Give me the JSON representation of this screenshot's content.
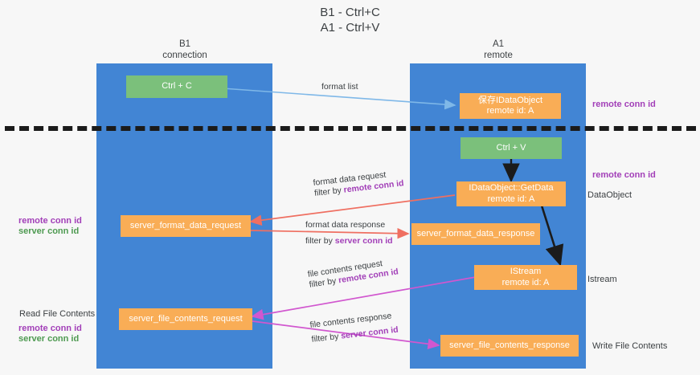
{
  "title": {
    "line1": "B1 - Ctrl+C",
    "line2": "A1 - Ctrl+V"
  },
  "columns": [
    {
      "name": "B1",
      "role": "connection"
    },
    {
      "name": "A1",
      "role": "remote"
    }
  ],
  "nodes": {
    "ctrl_c": {
      "label": "Ctrl + C"
    },
    "ctrl_v": {
      "label": "Ctrl + V"
    },
    "save_dataobject": {
      "line1": "保存IDataObject",
      "line2": "remote id: A"
    },
    "getdata": {
      "line1": "IDataObject::GetData",
      "line2": "remote id: A"
    },
    "istream": {
      "line1": "IStream",
      "line2": "remote id: A"
    },
    "server_format_data_request": {
      "label": "server_format_data_request"
    },
    "server_format_data_response": {
      "label": "server_format_data_response"
    },
    "server_file_contents_request": {
      "label": "server_file_contents_request"
    },
    "server_file_contents_response": {
      "label": "server_file_contents_response"
    }
  },
  "edges": {
    "format_list": {
      "label": "format list"
    },
    "format_data_request": {
      "label": "format data request",
      "filter_prefix": "filter by ",
      "filter_key": "remote conn id"
    },
    "format_data_response": {
      "label": "format data response",
      "filter_prefix": "filter by ",
      "filter_key": "server conn id"
    },
    "file_contents_request": {
      "label": "file contents request",
      "filter_prefix": "filter by ",
      "filter_key": "remote conn id"
    },
    "file_contents_response": {
      "label": "file contents response",
      "filter_prefix": "filter by ",
      "filter_key": "server conn id"
    }
  },
  "right_labels": {
    "remote_conn_id_top": "remote conn id",
    "remote_conn_id_mid": "remote conn id",
    "dataobject": "DataObject",
    "istream": "Istream",
    "write_file_contents": "Write File Contents"
  },
  "left_labels": {
    "remote_conn_id_mid": "remote conn id",
    "server_conn_id_mid": "server conn id",
    "read_file_contents": "Read File Contents",
    "remote_conn_id_low": "remote conn id",
    "server_conn_id_low": "server conn id"
  },
  "colors": {
    "lane": "#4285d4",
    "green_node": "#7bc07b",
    "orange_node": "#f9ad56",
    "purple_text": "#a23fb8",
    "green_text": "#4e9a51",
    "arrow_blue": "#7fb8e8",
    "arrow_red": "#ef6f61",
    "arrow_magenta": "#d157cf",
    "arrow_black": "#1b1b1b",
    "background": "#f7f7f7"
  }
}
